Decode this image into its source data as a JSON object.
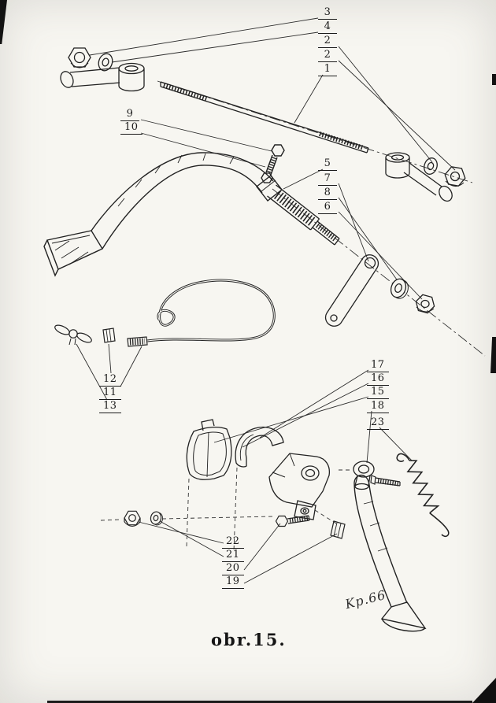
{
  "figure": {
    "caption": "obr.15.",
    "signature": "Kp.66"
  },
  "part_labels": {
    "linkage_top": [
      "3",
      "4",
      "2",
      "2",
      "1"
    ],
    "pedal_adjuster": [
      "9",
      "10"
    ],
    "pedal_shaft": [
      "5",
      "7",
      "8",
      "6"
    ],
    "cable": [
      "12",
      "11",
      "13"
    ],
    "stand_upper": [
      "17",
      "16",
      "15",
      "18",
      "23"
    ],
    "stand_lower": [
      "22",
      "21",
      "20",
      "19"
    ]
  }
}
